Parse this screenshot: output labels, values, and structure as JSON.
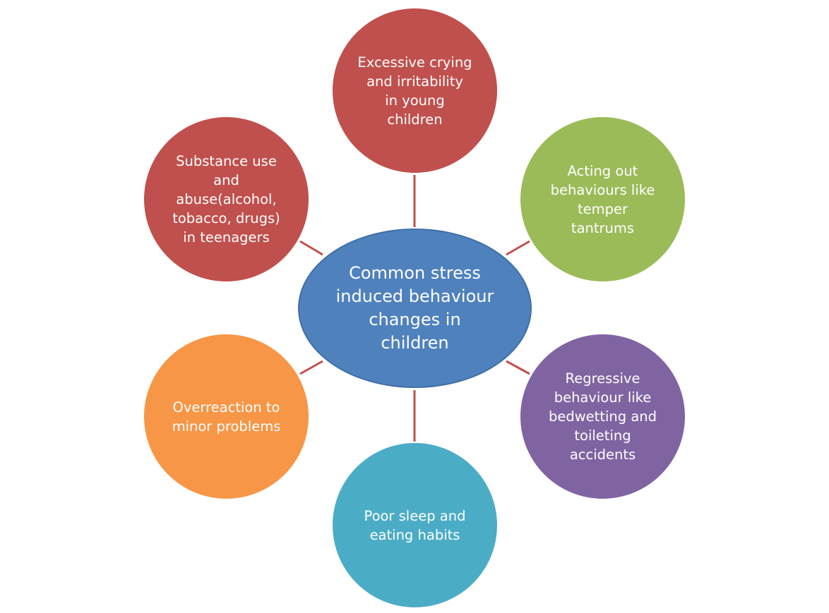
{
  "hub": {
    "label": "Common stress\ninduced behaviour\nchanges in\nchildren",
    "color": "#4f81bd"
  },
  "nodes": [
    {
      "id": "top",
      "label": "Excessive crying\nand irritability\nin young\nchildren",
      "color": "#c0504d"
    },
    {
      "id": "top-right",
      "label": "Acting out\nbehaviours like\ntemper\ntantrums",
      "color": "#9bbb59"
    },
    {
      "id": "bot-right",
      "label": "Regressive\nbehaviour like\nbedwetting and\ntoileting\naccidents",
      "color": "#8064a2"
    },
    {
      "id": "bottom",
      "label": "Poor sleep and\neating habits",
      "color": "#4bacc6"
    },
    {
      "id": "bot-left",
      "label": "Overreaction to\nminor problems",
      "color": "#f79646"
    },
    {
      "id": "top-left",
      "label": "Substance use\nand\nabuse(alcohol,\ntobacco, drugs)\nin teenagers",
      "color": "#c0504d"
    }
  ],
  "connector_color": "#c0504d"
}
